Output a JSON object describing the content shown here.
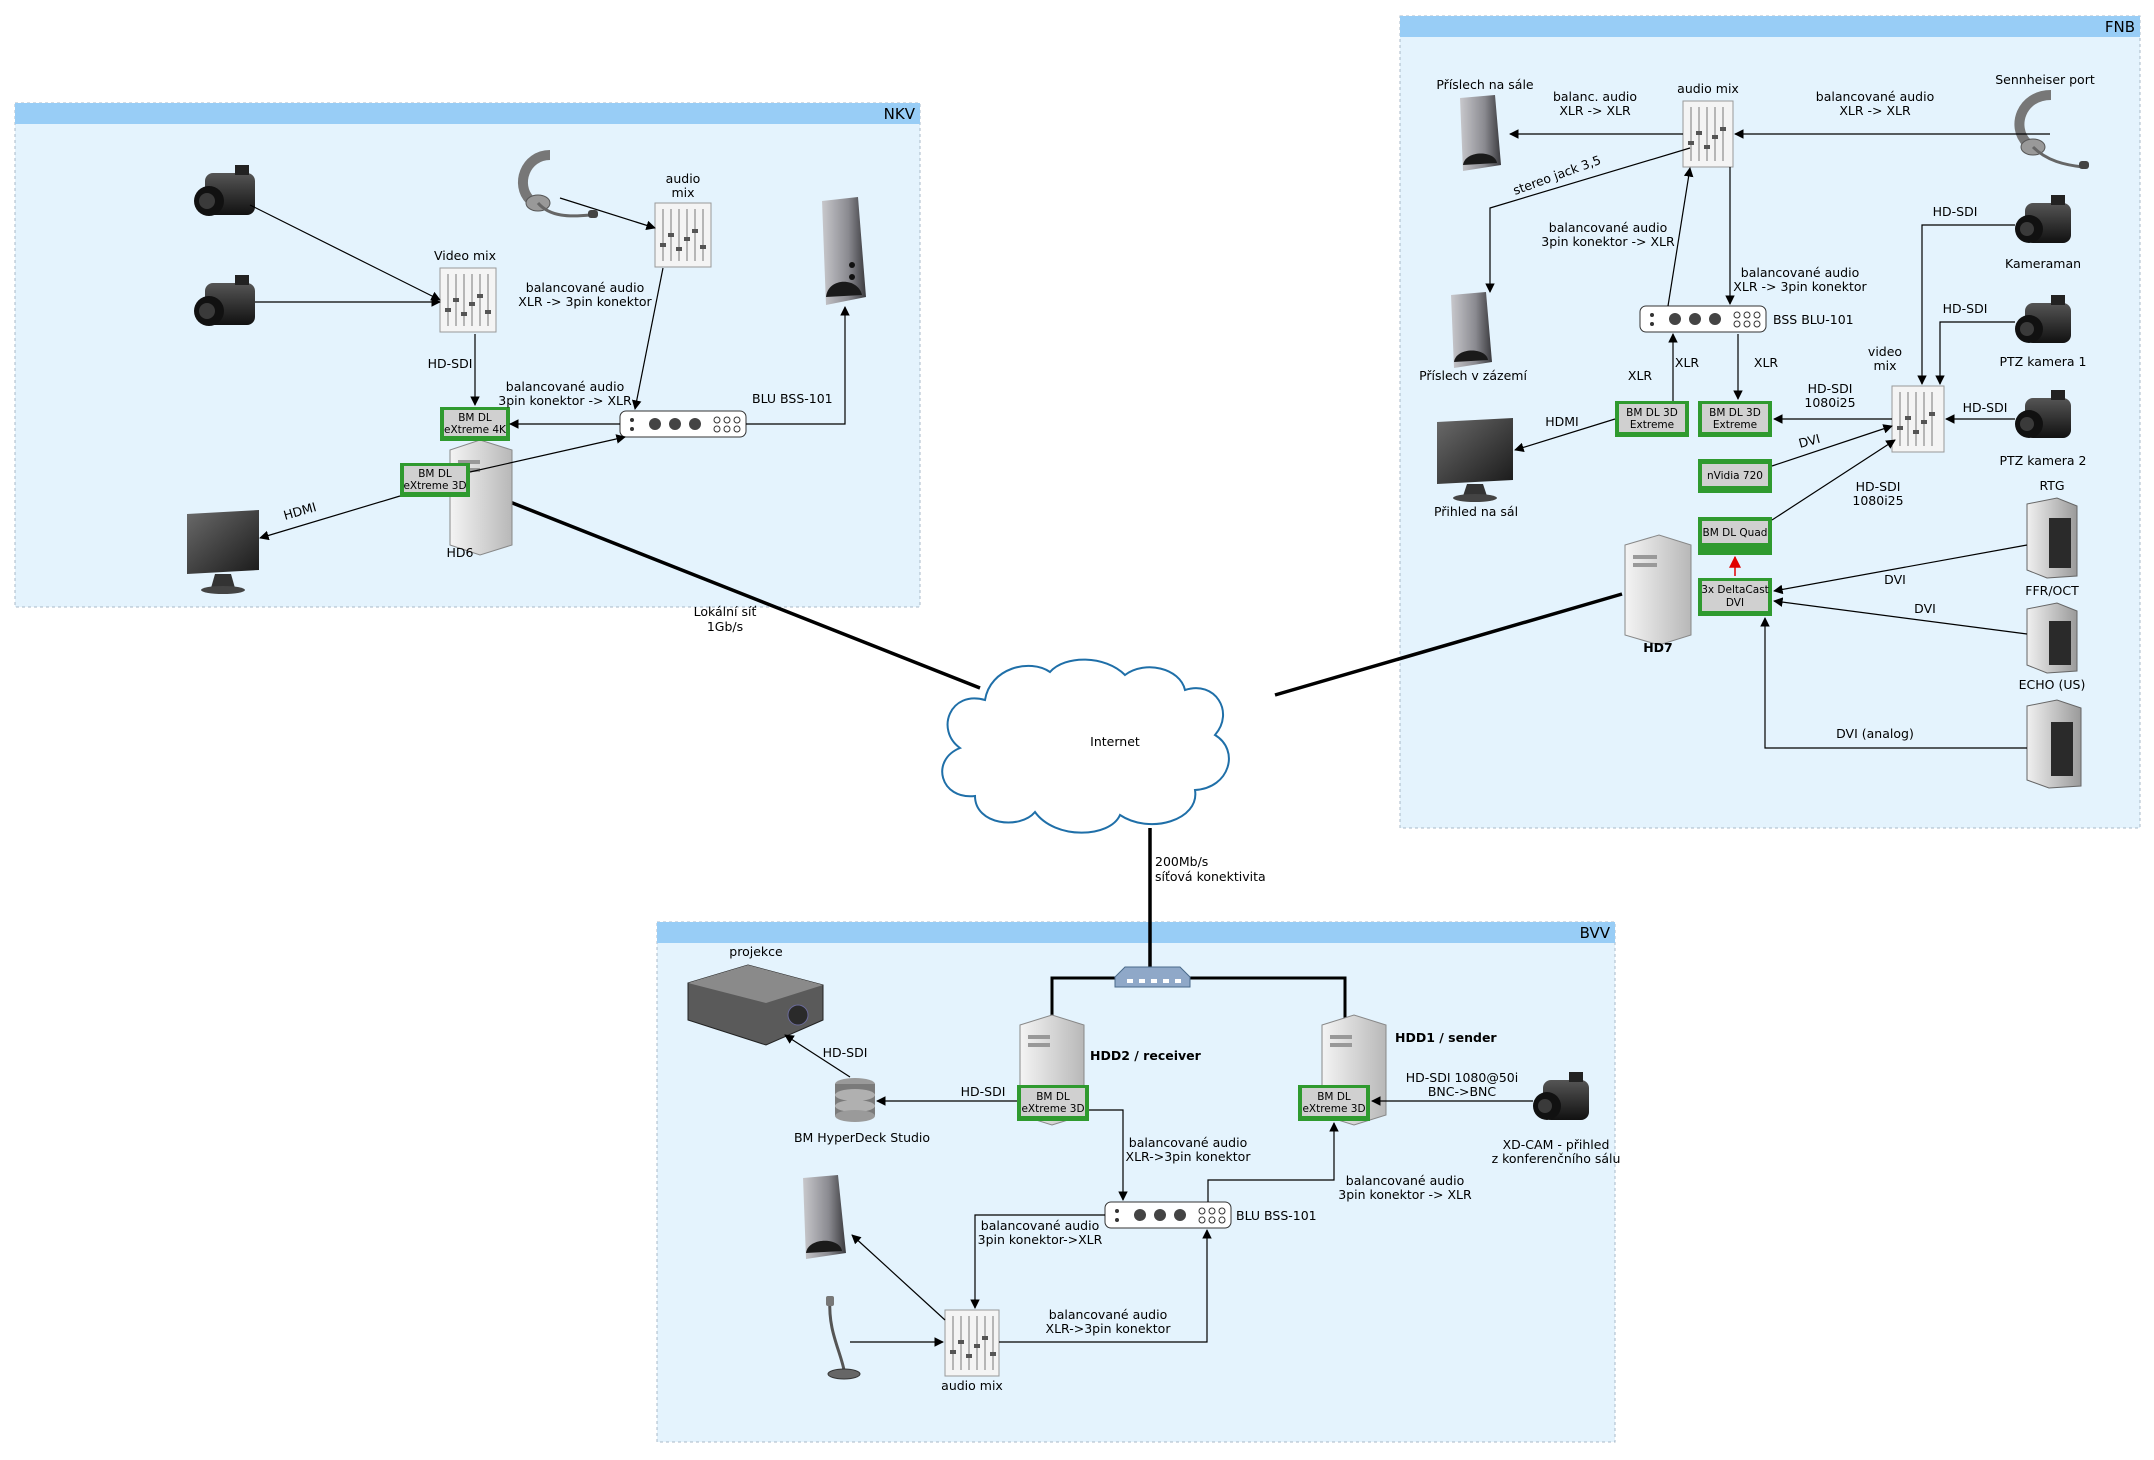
{
  "zones": {
    "nkv": "NKV",
    "fnb": "FNB",
    "bvv": "BVV"
  },
  "internet": "Internet",
  "links": {
    "nkv_net_1": "Lokální síť",
    "nkv_net_2": "1Gb/s",
    "bvv_net_1": "200Mb/s",
    "bvv_net_2": "síťová konektivita"
  },
  "nkv": {
    "video_mix": "Video mix",
    "audio_mix_1": "audio",
    "audio_mix_2": "mix",
    "bal_1": "balancované audio",
    "bal_2": "XLR -> 3pin konektor",
    "bal2_1": "balancované audio",
    "bal2_2": "3pin konektor -> XLR",
    "hdsdi": "HD-SDI",
    "blu": "BLU BSS-101",
    "hdmi": "HDMI",
    "hd6": "HD6",
    "card1_1": "BM DL",
    "card1_2": "eXtreme 4K",
    "card2_1": "BM DL",
    "card2_2": "eXtreme 3D"
  },
  "fnb": {
    "prislech_sale": "Příslech na sále",
    "audio_mix": "audio mix",
    "balanc_1": "balanc. audio",
    "balanc_2": "XLR -> XLR",
    "balx_1": "balancované audio",
    "balx_2": "XLR -> XLR",
    "sennheiser": "Sennheiser port",
    "stereo": "stereo jack 3,5",
    "bal3_1": "balancované audio",
    "bal3_2": "3pin konektor -> XLR",
    "bal4_1": "balancované audio",
    "bal4_2": "XLR -> 3pin konektor",
    "hdsdi_top": "HD-SDI",
    "kameraman": "Kameraman",
    "prislech_zazemi": "Příslech v zázemí",
    "bss": "BSS BLU-101",
    "xlr1": "XLR",
    "xlr2": "XLR",
    "xlr3": "XLR",
    "hdsdi2": "HD-SDI",
    "ptz1": "PTZ kamera 1",
    "video_mix_1": "video",
    "video_mix_2": "mix",
    "hdsdi_1080_1": "HD-SDI",
    "hdsdi_1080_2": "1080i25",
    "hdsdi3": "HD-SDI",
    "hdmi": "HDMI",
    "dvi": "DVI",
    "ptz2": "PTZ kamera 2",
    "prihled": "Přihled na sál",
    "hdsdi_b_1": "HD-SDI",
    "hdsdi_b_2": "1080i25",
    "rtg": "RTG",
    "dvi2": "DVI",
    "ffr": "FFR/OCT",
    "dvi3": "DVI",
    "hd7": "HD7",
    "echo": "ECHO (US)",
    "dvi_analog": "DVI (analog)",
    "card_3d_l_1": "BM DL 3D",
    "card_3d_l_2": "Extreme",
    "card_3d_r_1": "BM DL 3D",
    "card_3d_r_2": "Extreme",
    "card_nvidia": "nVidia 720",
    "card_quad": "BM DL Quad",
    "card_delta_1": "3x DeltaCast",
    "card_delta_2": "DVI"
  },
  "bvv": {
    "projekce": "projekce",
    "hdsdi1": "HD-SDI",
    "hdsdi2": "HD-SDI",
    "hyperdeck": "BM HyperDeck Studio",
    "hdd2": "HDD2 / receiver",
    "hdd1": "HDD1 / sender",
    "hdsdi_cam_1": "HD-SDI 1080@50i",
    "hdsdi_cam_2": "BNC->BNC",
    "xdcam_1": "XD-CAM - přihled",
    "xdcam_2": "z konferenčního sálu",
    "bal_a_1": "balancované audio",
    "bal_a_2": "XLR->3pin konektor",
    "bal_b_1": "balancované audio",
    "bal_b_2": "3pin konektor -> XLR",
    "blu": "BLU BSS-101",
    "bal_c_1": "balancované audio",
    "bal_c_2": "3pin konektor->XLR",
    "bal_d_1": "balancované audio",
    "bal_d_2": "XLR->3pin konektor",
    "audio_mix": "audio mix",
    "card1_1": "BM DL",
    "card1_2": "eXtreme 3D",
    "card2_1": "BM DL",
    "card2_2": "eXtreme 3D"
  },
  "colors": {
    "zone_fill": "#e4f3fd",
    "zone_header": "#98cdf6",
    "card_green": "#2f9a2f",
    "card_face": "#d0d0d0"
  }
}
